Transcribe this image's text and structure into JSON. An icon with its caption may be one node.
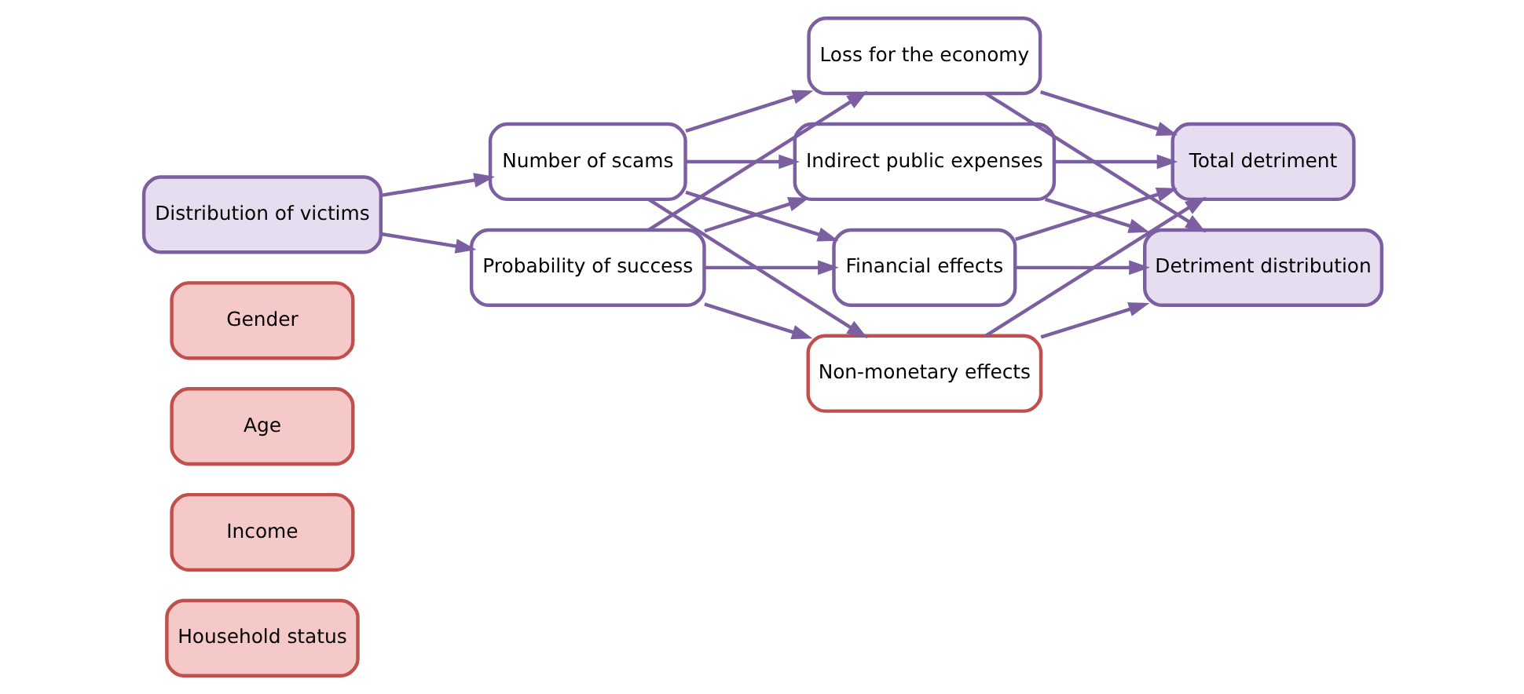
{
  "diagram": {
    "nodes": [
      {
        "text": [
          "Distribution of victims"
        ]
      },
      {
        "text": [
          "Gender"
        ]
      },
      {
        "text": [
          "Age"
        ]
      },
      {
        "text": [
          "Income"
        ]
      },
      {
        "text": [
          "Household status"
        ]
      },
      {
        "text": [
          "Number of scams"
        ]
      },
      {
        "text": [
          "Probability of success"
        ]
      },
      {
        "text": [
          "Financial effects"
        ]
      },
      {
        "text": [
          "Non-monetary effects"
        ]
      },
      {
        "text": [
          "Loss for the economy"
        ]
      },
      {
        "text": [
          "Indirect public expenses"
        ]
      },
      {
        "text": [
          "Total detriment"
        ]
      },
      {
        "text": [
          "Detriment distribution"
        ]
      }
    ],
    "edges": [
      {
        "from": 0,
        "to": 5,
        "arrow": "to"
      },
      {
        "from": 0,
        "to": 6,
        "arrow": "to"
      },
      {
        "from": 5,
        "to": 7,
        "arrow": "to"
      },
      {
        "from": 5,
        "to": 8,
        "arrow": "to"
      },
      {
        "from": 5,
        "to": 9,
        "arrow": "to"
      },
      {
        "from": 5,
        "to": 10,
        "arrow": "to"
      },
      {
        "from": 6,
        "to": 7,
        "arrow": "to"
      },
      {
        "from": 6,
        "to": 8,
        "arrow": "to"
      },
      {
        "from": 6,
        "to": 9,
        "arrow": "to"
      },
      {
        "from": 6,
        "to": 10,
        "arrow": "to"
      },
      {
        "from": 7,
        "to": 11,
        "arrow": "to"
      },
      {
        "from": 7,
        "to": 12,
        "arrow": "to"
      },
      {
        "from": 8,
        "to": 11,
        "arrow": "to"
      },
      {
        "from": 8,
        "to": 12,
        "arrow": "to"
      },
      {
        "from": 9,
        "to": 11,
        "arrow": "to"
      },
      {
        "from": 9,
        "to": 12,
        "arrow": "to"
      },
      {
        "from": 10,
        "to": 11,
        "arrow": "to"
      },
      {
        "from": 10,
        "to": 12,
        "arrow": "to"
      }
    ]
  }
}
